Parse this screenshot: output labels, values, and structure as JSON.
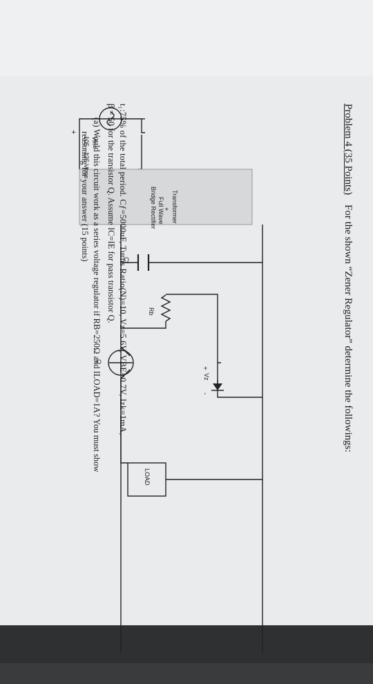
{
  "problem": {
    "heading": "Problem 4 (35 Points)",
    "intro": "For the shown “Zener Regulator” determine the followings:"
  },
  "circuit": {
    "vin_label": "Vin=",
    "vin_range": "105 - 125 Vrms",
    "plus": "+",
    "block_line1": "Transformer",
    "block_line2": "+",
    "block_line3": "Full Wave",
    "block_line4": "Bridge Rectifier",
    "cf_label": "Cf",
    "rb_label": "Rb",
    "q_label": "Q",
    "vz_label": "Vz",
    "vz_plus": "+",
    "vz_minus": "-",
    "load_label": "LOAD"
  },
  "params": {
    "line1": "t₁:75% of the total period. Cƒ=5000uF, Turns Ratio(N)=10, Vz=5.6V, VBE=0.7V, Izk=1mA,",
    "line2": "β = 50 for the transistor Q. Assume IC=IE for pass transistor Q."
  },
  "question_a": {
    "line1": "(a) Would this circuit work as a series voltage regulator if RB=250Ω and ILOAD=1A? You must show",
    "line2": "reasoning for your answer (15 points)"
  }
}
